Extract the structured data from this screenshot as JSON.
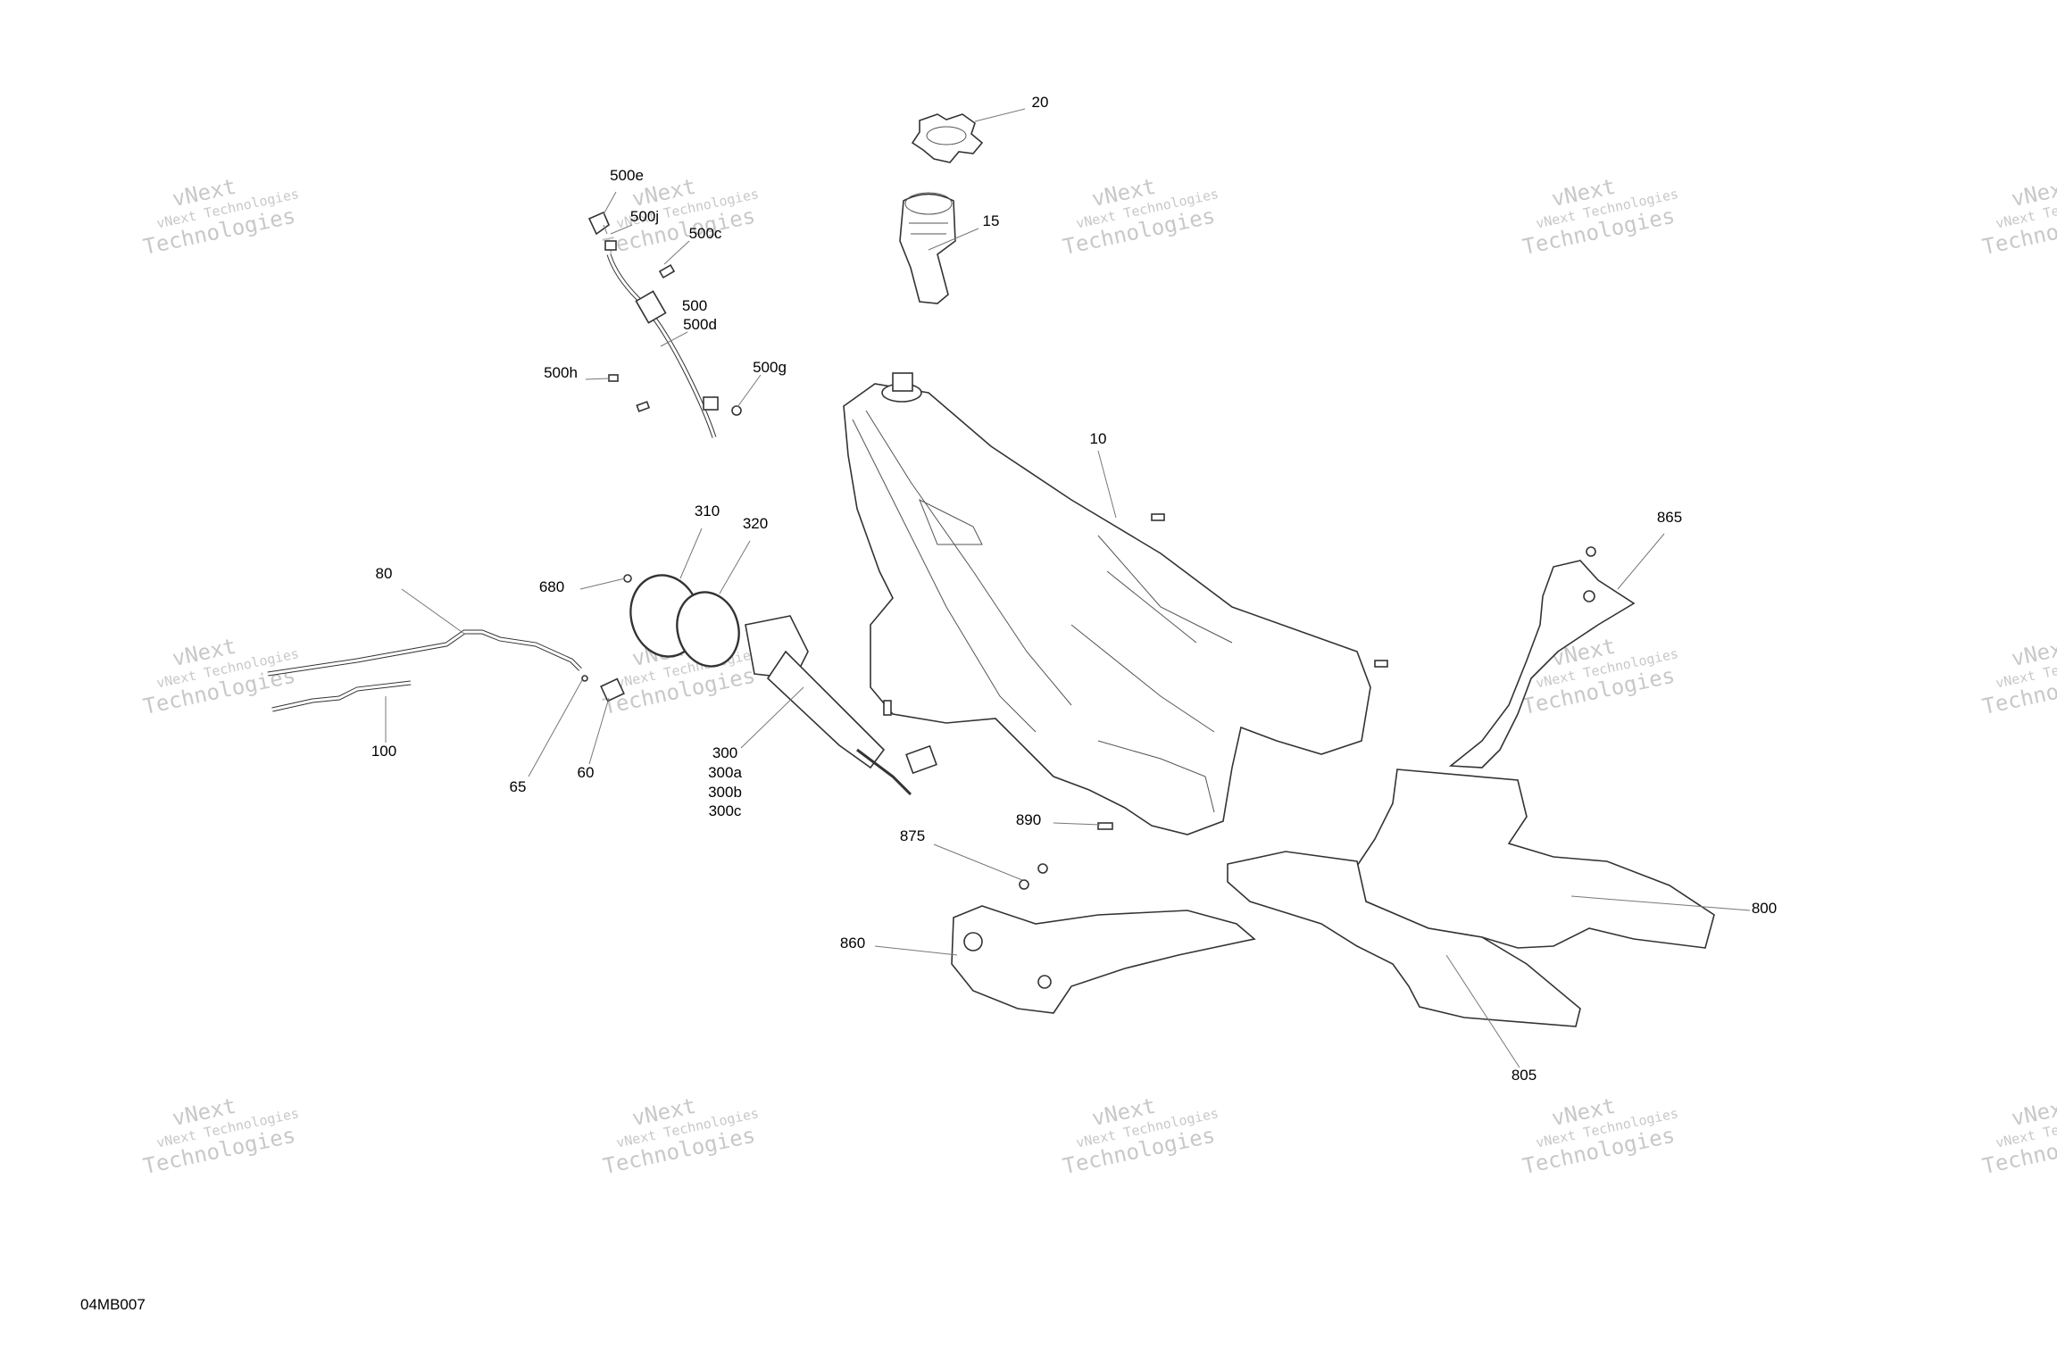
{
  "diagram": {
    "reference_code": "04MB007",
    "watermark": {
      "line1": "vNext",
      "line2": "vNext Technologies",
      "line3": "Technologies"
    },
    "callouts": [
      {
        "id": "20",
        "label": "20"
      },
      {
        "id": "15",
        "label": "15"
      },
      {
        "id": "10",
        "label": "10"
      },
      {
        "id": "500e",
        "label": "500e"
      },
      {
        "id": "500j",
        "label": "500j"
      },
      {
        "id": "500c",
        "label": "500c"
      },
      {
        "id": "500",
        "label": "500"
      },
      {
        "id": "500d",
        "label": "500d"
      },
      {
        "id": "500h",
        "label": "500h"
      },
      {
        "id": "500g",
        "label": "500g"
      },
      {
        "id": "310",
        "label": "310"
      },
      {
        "id": "320",
        "label": "320"
      },
      {
        "id": "680",
        "label": "680"
      },
      {
        "id": "80",
        "label": "80"
      },
      {
        "id": "100",
        "label": "100"
      },
      {
        "id": "65",
        "label": "65"
      },
      {
        "id": "60",
        "label": "60"
      },
      {
        "id": "300",
        "label": "300"
      },
      {
        "id": "300a",
        "label": "300a"
      },
      {
        "id": "300b",
        "label": "300b"
      },
      {
        "id": "300c",
        "label": "300c"
      },
      {
        "id": "890",
        "label": "890"
      },
      {
        "id": "875",
        "label": "875"
      },
      {
        "id": "860",
        "label": "860"
      },
      {
        "id": "865",
        "label": "865"
      },
      {
        "id": "800",
        "label": "800"
      },
      {
        "id": "805",
        "label": "805"
      }
    ]
  }
}
